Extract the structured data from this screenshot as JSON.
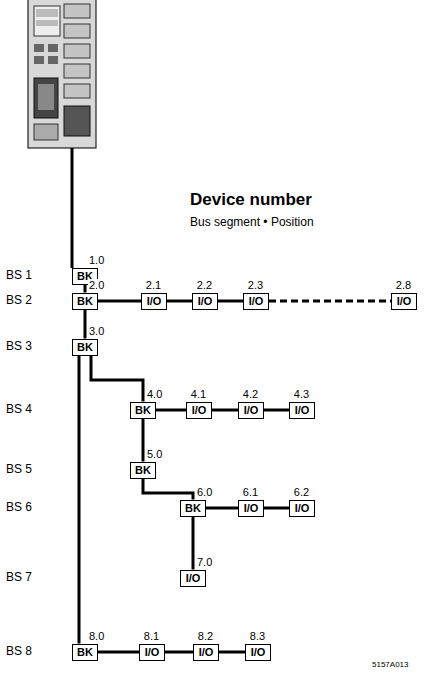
{
  "diagram": {
    "title": "Device number",
    "nodes": [
      {
        "text": [
          "1.0",
          "BK"
        ]
      },
      {
        "text": [
          "2.0",
          "BK"
        ]
      },
      {
        "text": [
          "2.1",
          "I/O"
        ]
      },
      {
        "text": [
          "2.2",
          "I/O"
        ]
      },
      {
        "text": [
          "2.3",
          "I/O"
        ]
      },
      {
        "text": [
          "2.8",
          "I/O"
        ]
      },
      {
        "text": [
          "3.0",
          "BK"
        ]
      },
      {
        "text": [
          "4.0",
          "BK"
        ]
      },
      {
        "text": [
          "4.1",
          "I/O"
        ]
      },
      {
        "text": [
          "4.2",
          "I/O"
        ]
      },
      {
        "text": [
          "4.3",
          "I/O"
        ]
      },
      {
        "text": [
          "5.0",
          "BK"
        ]
      },
      {
        "text": [
          "6.0",
          "BK"
        ]
      },
      {
        "text": [
          "6.1",
          "I/O"
        ]
      },
      {
        "text": [
          "6.2",
          "I/O"
        ]
      },
      {
        "text": [
          "7.0",
          "I/O"
        ]
      },
      {
        "text": [
          "8.0",
          "BK"
        ]
      },
      {
        "text": [
          "8.1",
          "I/O"
        ]
      },
      {
        "text": [
          "8.2",
          "I/O"
        ]
      },
      {
        "text": [
          "8.3",
          "I/O"
        ]
      }
    ],
    "edges": [
      {
        "from": 0,
        "to": 1,
        "arrow": "none"
      },
      {
        "from": 1,
        "to": 2,
        "arrow": "none"
      },
      {
        "from": 2,
        "to": 3,
        "arrow": "none"
      },
      {
        "from": 3,
        "to": 4,
        "arrow": "none"
      },
      {
        "from": 4,
        "to": 5,
        "arrow": "none"
      },
      {
        "from": 1,
        "to": 6,
        "arrow": "none"
      },
      {
        "from": 6,
        "to": 7,
        "arrow": "none"
      },
      {
        "from": 7,
        "to": 8,
        "arrow": "none"
      },
      {
        "from": 8,
        "to": 9,
        "arrow": "none"
      },
      {
        "from": 9,
        "to": 10,
        "arrow": "none"
      },
      {
        "from": 7,
        "to": 11,
        "arrow": "none"
      },
      {
        "from": 11,
        "to": 12,
        "arrow": "none"
      },
      {
        "from": 12,
        "to": 13,
        "arrow": "none"
      },
      {
        "from": 13,
        "to": 14,
        "arrow": "none"
      },
      {
        "from": 12,
        "to": 15,
        "arrow": "none"
      },
      {
        "from": 6,
        "to": 16,
        "arrow": "none"
      },
      {
        "from": 16,
        "to": 17,
        "arrow": "none"
      },
      {
        "from": 17,
        "to": 18,
        "arrow": "none"
      },
      {
        "from": 18,
        "to": 19,
        "arrow": "none"
      }
    ],
    "labels": [
      "Bus segment • Position",
      "BS 1",
      "BS 2",
      "BS 3",
      "BS 4",
      "BS 5",
      "BS 6",
      "BS 7",
      "BS 8",
      "5157A013"
    ]
  }
}
